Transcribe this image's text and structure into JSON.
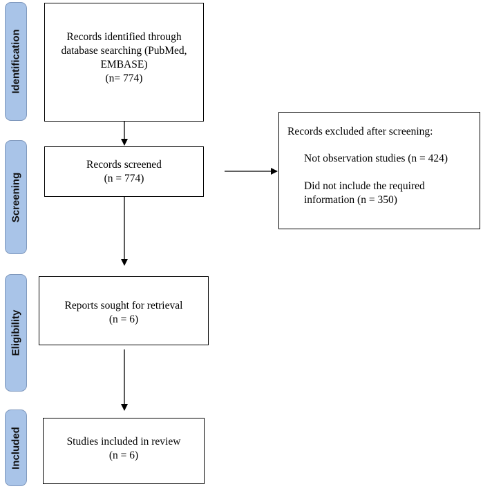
{
  "phases": {
    "identification": "Identification",
    "screening": "Screening",
    "eligibility": "Eligibility",
    "included": "Included"
  },
  "boxes": {
    "identified": {
      "line1": "Records identified through",
      "line2": "database searching (PubMed,",
      "line3": "EMBASE)",
      "line4": "(n= 774)"
    },
    "screened": {
      "line1": "Records screened",
      "line2": "(n = 774)"
    },
    "excluded": {
      "title": "Records excluded after screening:",
      "item1": "Not observation studies (n = 424)",
      "item2_line1": "Did not include the required",
      "item2_line2": "information (n = 350)"
    },
    "retrieval": {
      "line1": "Reports sought for retrieval",
      "line2": "(n = 6)"
    },
    "included": {
      "line1": "Studies included in review",
      "line2": "(n = 6)"
    }
  }
}
